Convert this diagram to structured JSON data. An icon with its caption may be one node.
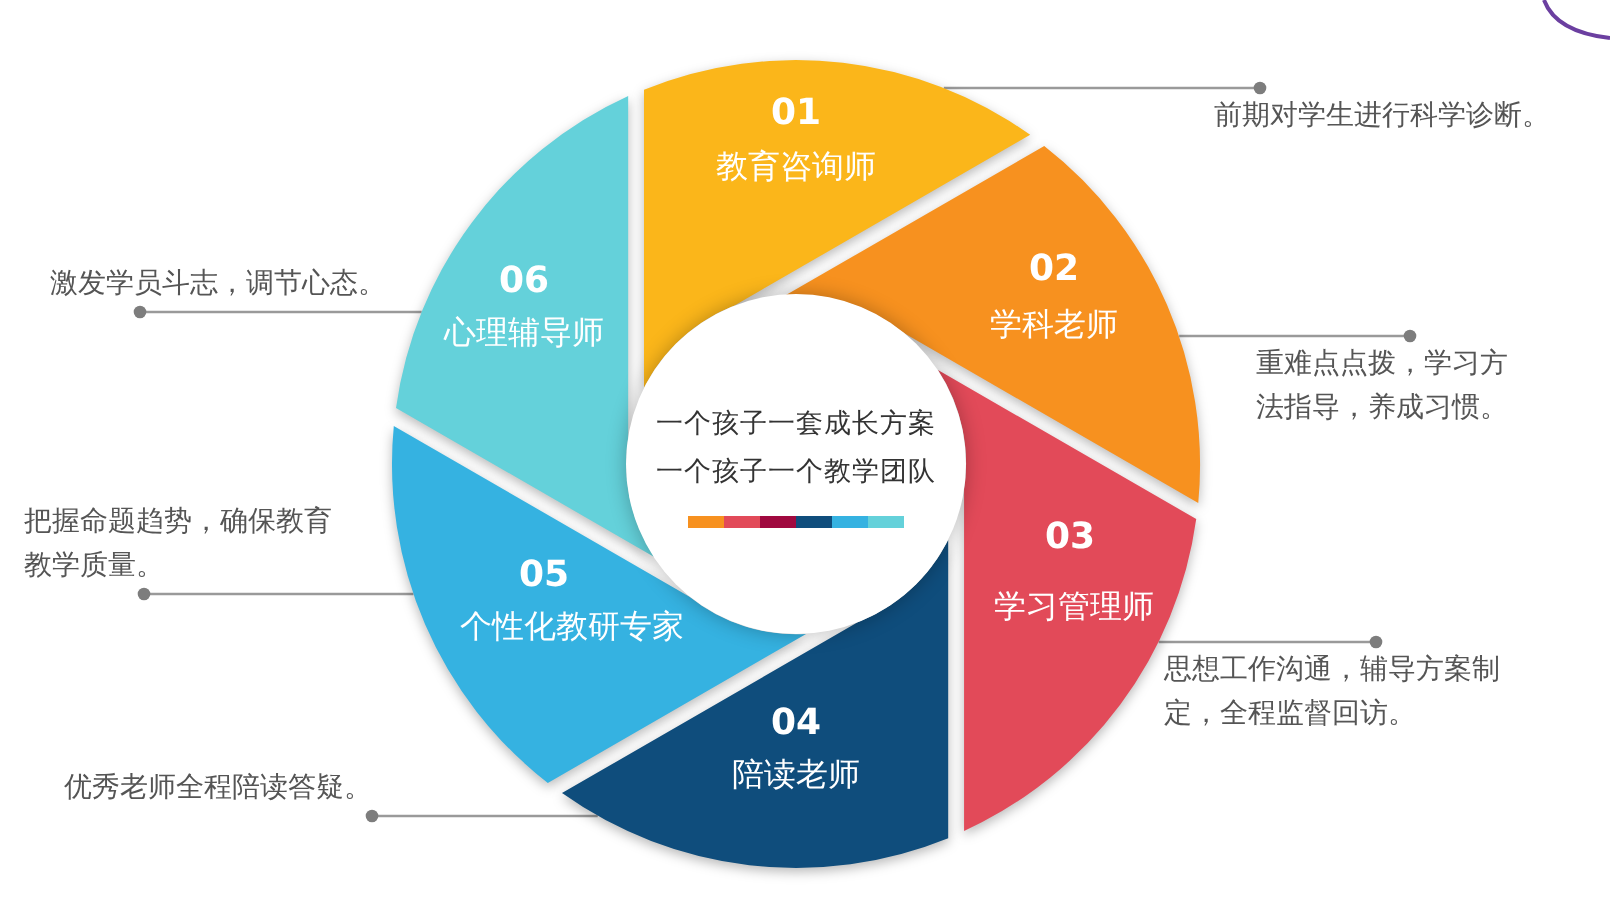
{
  "diagram": {
    "nodes": [
      {
        "text": [
          "01",
          "教育咨询师"
        ]
      },
      {
        "text": [
          "02",
          "学科老师"
        ]
      },
      {
        "text": [
          "03",
          "学习管理师"
        ]
      },
      {
        "text": [
          "04",
          "陪读老师"
        ]
      },
      {
        "text": [
          "05",
          "个性化教研专家"
        ]
      },
      {
        "text": [
          "06",
          "心理辅导师"
        ]
      },
      {
        "text": [
          "一个孩子一套成长方案",
          "一个孩子一个教学团队"
        ]
      },
      {
        "text": [
          "前期对学生进行科学诊断。"
        ]
      },
      {
        "text": [
          "重难点点拨，学习方法指导，养成习惯。"
        ]
      },
      {
        "text": [
          "思想工作沟通，辅导方案制定，全程监督回访。"
        ]
      },
      {
        "text": [
          "优秀老师全程陪读答疑。"
        ]
      },
      {
        "text": [
          "把握命题趋势，确保教育教学质量。"
        ]
      },
      {
        "text": [
          "激发学员斗志，调节心态。"
        ]
      }
    ],
    "edges": [
      {
        "from": 7,
        "to": 0,
        "arrow": "other"
      },
      {
        "from": 8,
        "to": 1,
        "arrow": "other"
      },
      {
        "from": 9,
        "to": 2,
        "arrow": "other"
      },
      {
        "from": 10,
        "to": 3,
        "arrow": "other"
      },
      {
        "from": 11,
        "to": 4,
        "arrow": "other"
      },
      {
        "from": 12,
        "to": 5,
        "arrow": "other"
      }
    ]
  }
}
